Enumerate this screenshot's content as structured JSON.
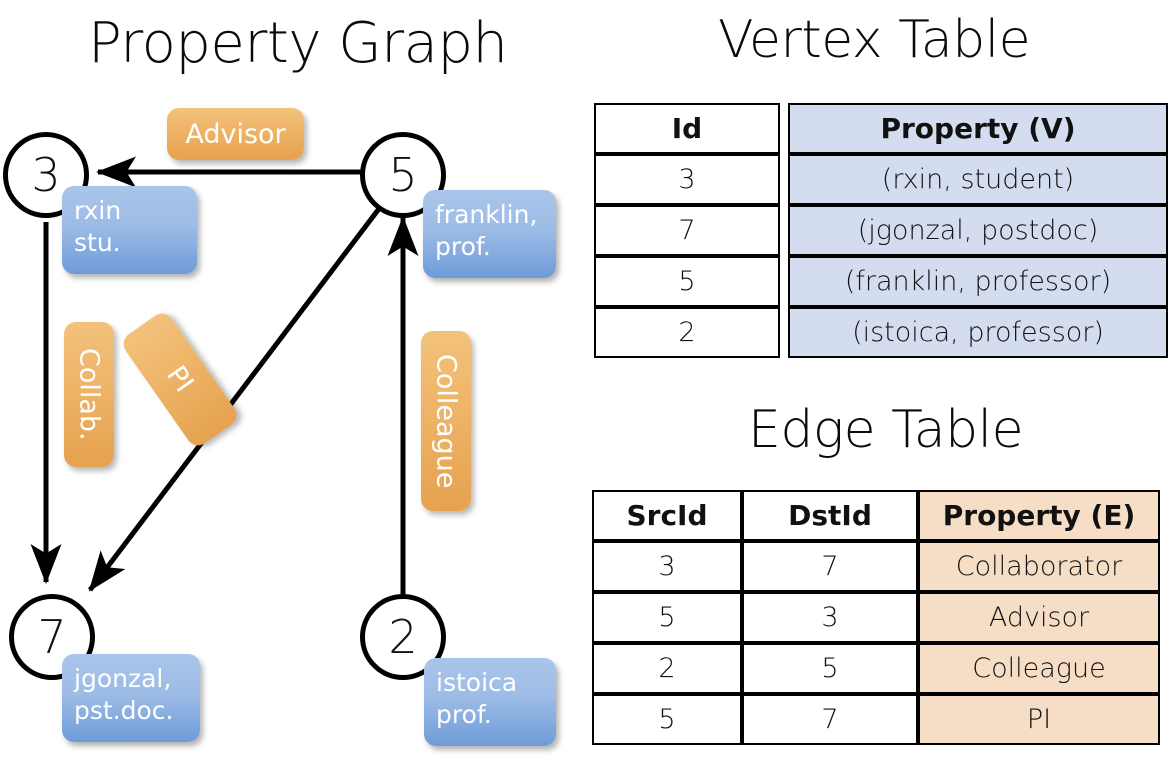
{
  "titles": {
    "property_graph": "Property Graph",
    "vertex_table": "Vertex Table",
    "edge_table": "Edge Table"
  },
  "graph": {
    "nodes": [
      {
        "id": "3",
        "property": "rxin\nstu."
      },
      {
        "id": "5",
        "property": "franklin,\nprof."
      },
      {
        "id": "7",
        "property": "jgonzal,\npst.doc."
      },
      {
        "id": "2",
        "property": "istoica\nprof."
      }
    ],
    "node_labels": {
      "n3": "3",
      "n5": "5",
      "n7": "7",
      "n2": "2"
    },
    "properties": {
      "rxin_line1": "rxin",
      "rxin_line2": "stu.",
      "franklin_line1": "franklin,",
      "franklin_line2": "prof.",
      "jgonzal_line1": "jgonzal,",
      "jgonzal_line2": "pst.doc.",
      "istoica_line1": "istoica",
      "istoica_line2": "prof."
    },
    "edge_labels": {
      "advisor": "Advisor",
      "collab": "Collab.",
      "pi": "PI",
      "colleague": "Colleague"
    },
    "edges": [
      {
        "src": "5",
        "dst": "3",
        "label": "Advisor"
      },
      {
        "src": "3",
        "dst": "7",
        "label": "Collab."
      },
      {
        "src": "5",
        "dst": "7",
        "label": "PI"
      },
      {
        "src": "2",
        "dst": "5",
        "label": "Colleague"
      }
    ]
  },
  "vertex_table": {
    "headers": [
      "Id",
      "Property (V)"
    ],
    "rows": [
      [
        "3",
        "(rxin, student)"
      ],
      [
        "7",
        "(jgonzal, postdoc)"
      ],
      [
        "5",
        "(franklin, professor)"
      ],
      [
        "2",
        "(istoica, professor)"
      ]
    ]
  },
  "edge_table": {
    "headers": [
      "SrcId",
      "DstId",
      "Property (E)"
    ],
    "rows": [
      [
        "3",
        "7",
        "Collaborator"
      ],
      [
        "5",
        "3",
        "Advisor"
      ],
      [
        "2",
        "5",
        "Colleague"
      ],
      [
        "5",
        "7",
        "PI"
      ]
    ]
  },
  "colors": {
    "vertex_property_fill": "#d3ddef",
    "edge_property_fill": "#f5dec5",
    "node_callout_blue": "#8fb4e3",
    "edge_label_orange": "#eeb265",
    "stroke": "#000000",
    "background": "#ffffff"
  }
}
